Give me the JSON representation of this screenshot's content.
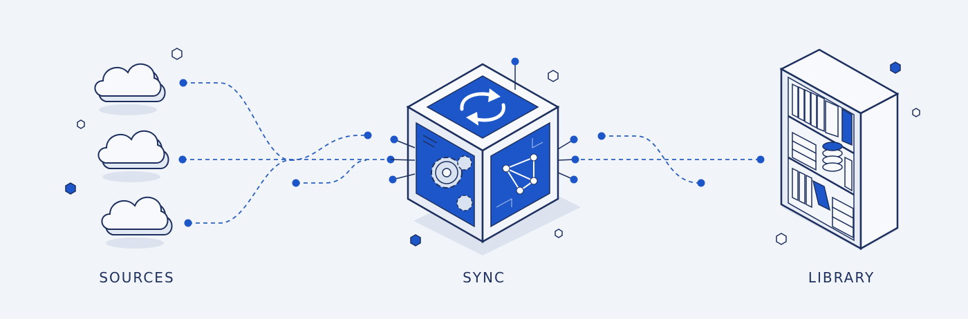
{
  "colors": {
    "background": "#f1f4f8",
    "ink": "#1c2f5e",
    "accent": "#1d56c8",
    "dashed": "#2a5fbe",
    "shadow": "#dde3ee",
    "face_light": "#f7f9fc",
    "face_mid": "#e8edf5"
  },
  "stages": {
    "sources": {
      "label": "SOURCES",
      "icon": "cloud-icon"
    },
    "sync": {
      "label": "SYNC",
      "icon": "sync-cube-icon"
    },
    "library": {
      "label": "LIBRARY",
      "icon": "bookshelf-icon"
    }
  }
}
